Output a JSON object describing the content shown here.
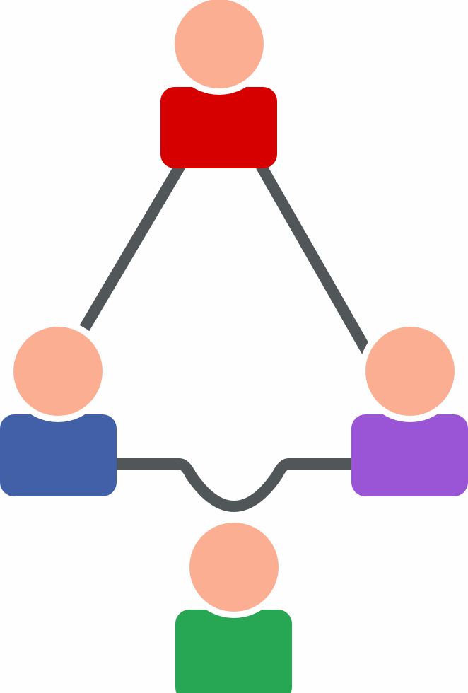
{
  "icon": "team-network-icon",
  "colors": {
    "background": "#fefefe",
    "connector": "#515659",
    "head": "#fcae92",
    "person_top": "#d70000",
    "person_left": "#4160a8",
    "person_right": "#9a55d7",
    "person_bottom": "#27a653"
  },
  "people": [
    {
      "id": "person-top",
      "color_key": "person_top",
      "icon": "user-icon"
    },
    {
      "id": "person-left",
      "color_key": "person_left",
      "icon": "user-icon"
    },
    {
      "id": "person-right",
      "color_key": "person_right",
      "icon": "user-icon"
    },
    {
      "id": "person-bottom",
      "color_key": "person_bottom",
      "icon": "user-icon"
    }
  ]
}
